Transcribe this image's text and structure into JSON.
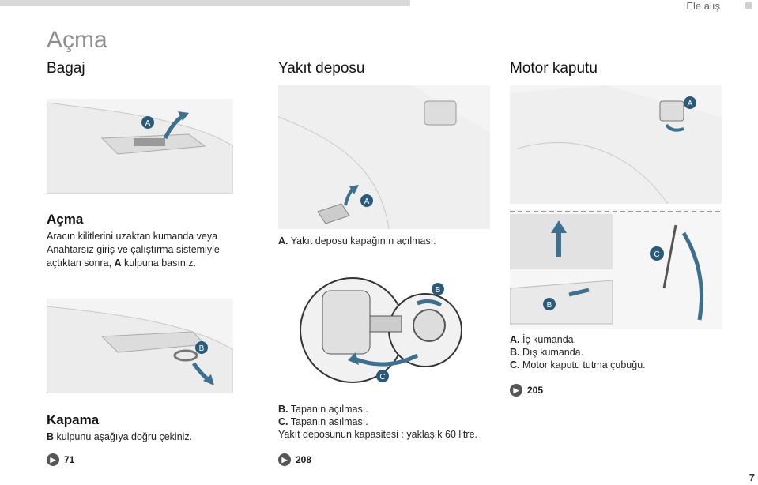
{
  "header": {
    "chapter": "Ele alış",
    "page_title": "Açma",
    "page_number": "7"
  },
  "columns": {
    "bagaj": {
      "heading": "Bagaj",
      "open_title": "Açma",
      "open_text": [
        "Aracın kilitlerini uzaktan kumanda veya",
        "Anahtarsız giriş ve çalıştırma sistemiyle",
        "açtıktan sonra, "
      ],
      "open_text_key": "A",
      "open_text_end": " kulpuna basınız.",
      "close_title": "Kapama",
      "close_key": "B",
      "close_text": " kulpunu aşağıya doğru çekiniz.",
      "ref": "71",
      "labels": {
        "a": "A",
        "b": "B"
      }
    },
    "yakit": {
      "heading": "Yakıt deposu",
      "item_a_key": "A.",
      "item_a": "Yakıt deposu kapağının açılması.",
      "item_b_key": "B.",
      "item_b": "Tapanın açılması.",
      "item_c_key": "C.",
      "item_c": "Tapanın asılması.",
      "capacity": "Yakıt deposunun kapasitesi : yaklaşık 60 litre.",
      "ref": "208",
      "labels": {
        "a": "A",
        "b": "B",
        "c": "C"
      }
    },
    "motor": {
      "heading": "Motor kaputu",
      "item_a_key": "A.",
      "item_a": "İç kumanda.",
      "item_b_key": "B.",
      "item_b": "Dış kumanda.",
      "item_c_key": "C.",
      "item_c": "Motor kaputu tutma çubuğu.",
      "ref": "205",
      "labels": {
        "a": "A",
        "b": "B",
        "c": "C"
      }
    }
  },
  "icons": {
    "ref_icon": "book-arrow-icon",
    "arrow_color": "#3d6f8f",
    "badge_color": "#2b5a78"
  }
}
